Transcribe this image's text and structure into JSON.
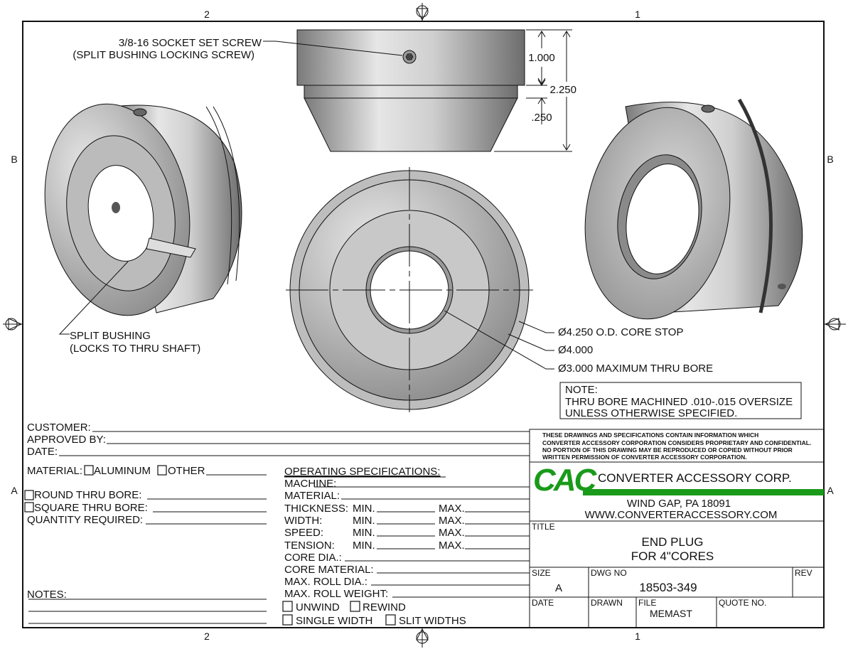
{
  "zones": {
    "top": [
      "2",
      "1"
    ],
    "bottom": [
      "2",
      "1"
    ],
    "side": [
      "B",
      "A"
    ]
  },
  "callouts": {
    "set_screw": "3/8-16 SOCKET SET SCREW",
    "set_screw_sub": "(SPLIT BUSHING LOCKING SCREW)",
    "split_bushing": "SPLIT BUSHING",
    "split_bushing_sub": "(LOCKS TO THRU SHAFT)",
    "od_core_stop": "Ø4.250 O.D. CORE STOP",
    "dia_4": "Ø4.000",
    "thru_bore": "Ø3.000 MAXIMUM THRU BORE"
  },
  "dimensions": {
    "top_height": "1.000",
    "overall_height": "2.250",
    "step": ".250"
  },
  "note": {
    "label": "NOTE:",
    "line1": "THRU BORE MACHINED .010-.015 OVERSIZE",
    "line2": "UNLESS OTHERWISE SPECIFIED."
  },
  "form": {
    "customer": "CUSTOMER:",
    "approved_by": "APPROVED BY:",
    "date": "DATE:",
    "material": "MATERIAL:",
    "aluminum": "ALUMINUM",
    "other": "OTHER",
    "round_bore": "ROUND THRU BORE:",
    "square_bore": "SQUARE THRU BORE:",
    "quantity": "QUANTITY REQUIRED:",
    "notes": "NOTES:"
  },
  "operating": {
    "heading": "OPERATING SPECIFICATIONS:",
    "machine": "MACHINE:",
    "material": "MATERIAL:",
    "thickness": "THICKNESS:",
    "width": "WIDTH:",
    "speed": "SPEED:",
    "tension": "TENSION:",
    "min": "MIN.",
    "max": "MAX.",
    "core_dia": "CORE DIA.:",
    "core_material": "CORE MATERIAL:",
    "max_roll_dia": "MAX. ROLL DIA.:",
    "max_roll_weight": "MAX. ROLL WEIGHT:",
    "unwind": "UNWIND",
    "rewind": "REWIND",
    "single_width": "SINGLE WIDTH",
    "slit_widths": "SLIT WIDTHS"
  },
  "title_block": {
    "proprietary": [
      "THESE DRAWINGS AND SPECIFICATIONS CONTAIN INFORMATION WHICH",
      "CONVERTER ACCESSORY CORPORATION CONSIDERS PROPRIETARY AND CONFIDENTIAL.",
      "NO PORTION OF THIS DRAWING MAY BE REPRODUCED OR COPIED WITHOUT PRIOR",
      "WRITTEN PERMISSION OF CONVERTER ACCESSORY CORPORATION."
    ],
    "logo_text": "CAC",
    "company": "CONVERTER ACCESSORY CORP.",
    "address": "WIND GAP, PA 18091",
    "website": "WWW.CONVERTERACCESSORY.COM",
    "brand_color": "#1a9a1a",
    "title_label": "TITLE",
    "title_line1": "END PLUG",
    "title_line2": "FOR 4\"CORES",
    "size_label": "SIZE",
    "size": "A",
    "dwg_no_label": "DWG NO",
    "dwg_no": "18503-349",
    "rev_label": "REV",
    "date_label": "DATE",
    "drawn_label": "DRAWN",
    "file_label": "FILE",
    "file": "MEMAST",
    "quote_label": "QUOTE NO."
  }
}
